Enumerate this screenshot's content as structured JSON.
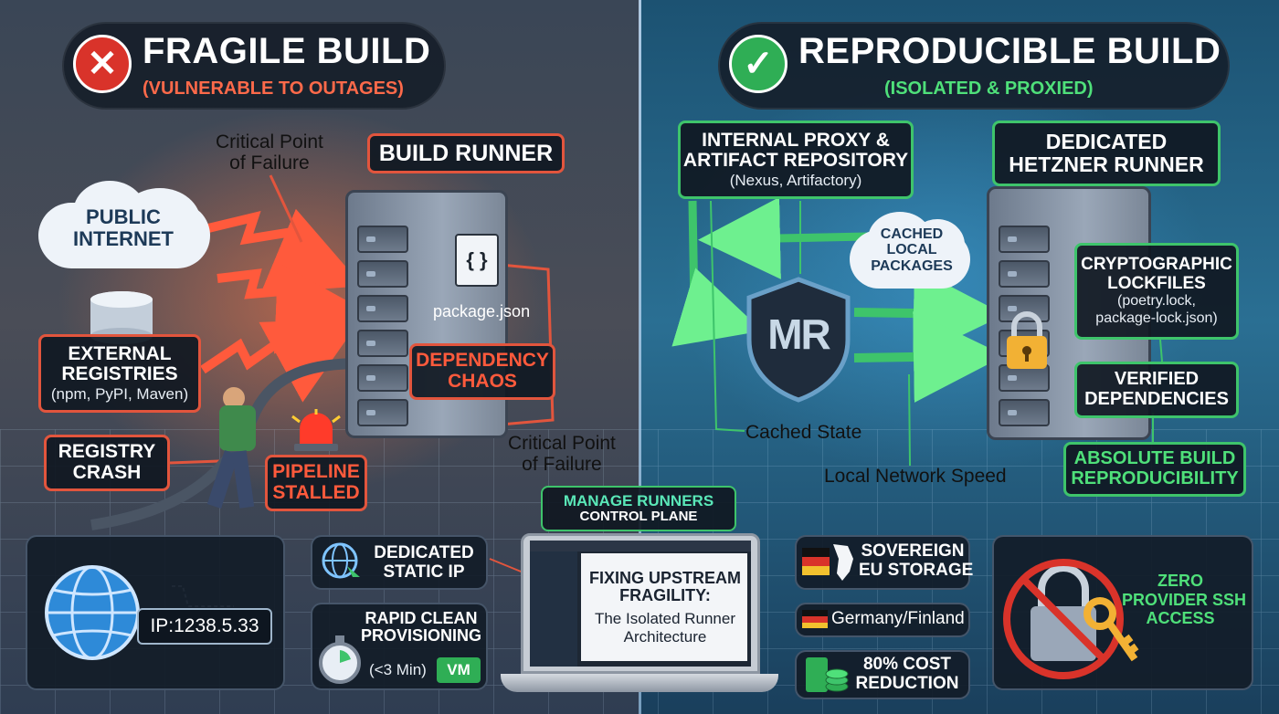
{
  "left": {
    "header": {
      "title": "FRAGILE BUILD",
      "subtitle": "(VULNERABLE TO OUTAGES)"
    },
    "critical_point_top": "Critical Point\nof Failure",
    "build_runner": "BUILD RUNNER",
    "public_internet": "PUBLIC\nINTERNET",
    "external_registries": {
      "title": "EXTERNAL\nREGISTRIES",
      "detail": "(npm, PyPI, Maven)"
    },
    "package_file": {
      "icon_text": "{ }",
      "label": "package.json"
    },
    "dependency_chaos": "DEPENDENCY\nCHAOS",
    "registry_crash": "REGISTRY\nCRASH",
    "pipeline_stalled": "PIPELINE\nSTALLED",
    "critical_point_bottom": "Critical Point\nof Failure",
    "ip_label": "IP:1238.5.33",
    "dedicated_ip": "DEDICATED\nSTATIC IP",
    "provisioning": {
      "title": "RAPID CLEAN\nPROVISIONING",
      "detail": "(<3 Min)",
      "vm": "VM"
    }
  },
  "center": {
    "control_plane": {
      "title": "MANAGE RUNNERS",
      "subtitle": "CONTROL PLANE"
    },
    "laptop": {
      "headline": "FIXING UPSTREAM\nFRAGILITY:",
      "body": "The Isolated Runner\nArchitecture"
    }
  },
  "right": {
    "header": {
      "title": "REPRODUCIBLE BUILD",
      "subtitle": "(ISOLATED & PROXIED)"
    },
    "proxy": {
      "title": "INTERNAL PROXY &\nARTIFACT REPOSITORY",
      "detail": "(Nexus, Artifactory)"
    },
    "hetzner": "DEDICATED\nHETZNER RUNNER",
    "cached_packages": "CACHED\nLOCAL\nPACKAGES",
    "shield_text": "MR",
    "lockfiles": {
      "title": "CRYPTOGRAPHIC\nLOCKFILES",
      "detail": "(poetry.lock,\npackage-lock.json)"
    },
    "verified": "VERIFIED\nDEPENDENCIES",
    "cached_state": "Cached State",
    "network_speed": "Local Network Speed",
    "reproducibility": "ABSOLUTE BUILD\nREPRODUCIBILITY",
    "storage": "SOVEREIGN\nEU STORAGE",
    "location": "Germany/Finland",
    "cost": "80% COST\nREDUCTION",
    "ssh": "ZERO\nPROVIDER SSH\nACCESS"
  },
  "colors": {
    "fail_red": "#e2553d",
    "success_green": "#3ec46b",
    "label_green": "#4fe07a"
  },
  "icons": [
    "x-icon",
    "check-icon",
    "cloud-icon",
    "database-icon",
    "server-icon",
    "file-icon",
    "alarm-icon",
    "globe-icon",
    "stopwatch-icon",
    "shield-icon",
    "lock-icon",
    "flag-icon",
    "coins-icon",
    "key-icon",
    "laptop-icon"
  ]
}
